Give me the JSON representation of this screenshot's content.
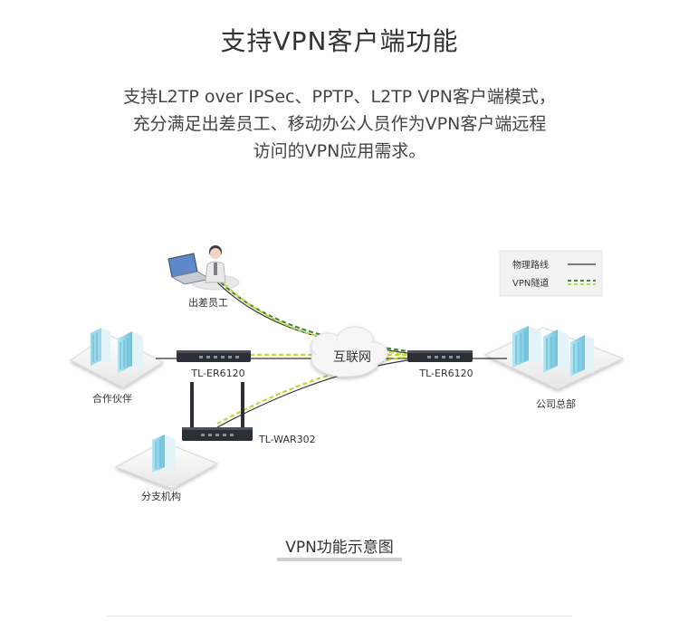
{
  "heading": "支持VPN客户端功能",
  "description": [
    "支持L2TP over IPSec、PPTP、L2TP VPN客户端模式，",
    "充分满足出差员工、移动办公人员作为VPN客户端远程",
    "访问的VPN应用需求。"
  ],
  "legend": {
    "physical": "物理路线",
    "vpn": "VPN隧道"
  },
  "nodes": {
    "traveler": "出差员工",
    "internet": "互联网",
    "router_left": "TL-ER6120",
    "router_right": "TL-ER6120",
    "wireless_router": "TL-WAR302",
    "partner": "合作伙伴",
    "headquarters": "公司总部",
    "branch": "分支机构"
  },
  "caption": "VPN功能示意图",
  "colors": {
    "physical_line": "#333333",
    "vpn_dark": "#3a8a4a",
    "vpn_light": "#c5d63a",
    "building": "#8fd3e6",
    "device": "#2b2f36"
  }
}
